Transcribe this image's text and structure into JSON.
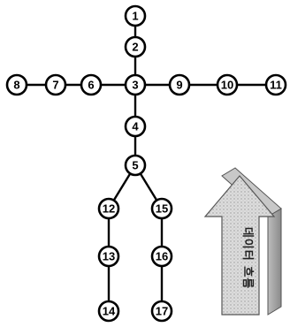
{
  "nodes": [
    {
      "id": "1",
      "label": "1"
    },
    {
      "id": "2",
      "label": "2"
    },
    {
      "id": "3",
      "label": "3"
    },
    {
      "id": "4",
      "label": "4"
    },
    {
      "id": "5",
      "label": "5"
    },
    {
      "id": "6",
      "label": "6"
    },
    {
      "id": "7",
      "label": "7"
    },
    {
      "id": "8",
      "label": "8"
    },
    {
      "id": "9",
      "label": "9"
    },
    {
      "id": "10",
      "label": "10"
    },
    {
      "id": "11",
      "label": "11"
    },
    {
      "id": "12",
      "label": "12"
    },
    {
      "id": "13",
      "label": "13"
    },
    {
      "id": "14",
      "label": "14"
    },
    {
      "id": "15",
      "label": "15"
    },
    {
      "id": "16",
      "label": "16"
    },
    {
      "id": "17",
      "label": "17"
    }
  ],
  "edges": [
    [
      "1",
      "2"
    ],
    [
      "2",
      "3"
    ],
    [
      "3",
      "4"
    ],
    [
      "4",
      "5"
    ],
    [
      "3",
      "6"
    ],
    [
      "6",
      "7"
    ],
    [
      "7",
      "8"
    ],
    [
      "3",
      "9"
    ],
    [
      "9",
      "10"
    ],
    [
      "10",
      "11"
    ],
    [
      "5",
      "12"
    ],
    [
      "12",
      "13"
    ],
    [
      "13",
      "14"
    ],
    [
      "5",
      "15"
    ],
    [
      "15",
      "16"
    ],
    [
      "16",
      "17"
    ]
  ],
  "arrow": {
    "label": "데이터 흐름"
  },
  "colors": {
    "node_fill": "#ffffff",
    "node_stroke": "#000000",
    "arrow_fill": "#d8d8d8"
  }
}
